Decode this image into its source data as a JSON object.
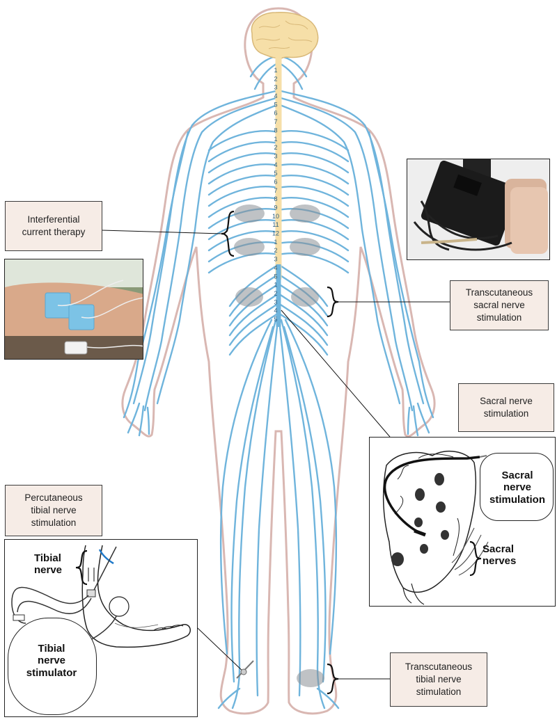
{
  "labels": {
    "interferential": "Interferential\ncurrent therapy",
    "transcutaneous_sacral": "Transcutaneous\nsacral nerve\nstimulation",
    "sacral": "Sacral nerve\nstimulation",
    "percutaneous_tibial": "Percutaneous\ntibial nerve\nstimulation",
    "transcutaneous_tibial": "Transcutaneous\ntibial nerve\nstimulation"
  },
  "sacral_panel": {
    "stimulation_label": "Sacral\nnerve\nstimulation",
    "nerves_label": "Sacral\nnerves"
  },
  "tibial_panel": {
    "nerve_label": "Tibial\nnerve",
    "stimulator_label": "Tibial\nnerve\nstimulator"
  },
  "spine_numbers": {
    "cervical": [
      "1",
      "2",
      "3",
      "4",
      "5",
      "6",
      "7",
      "8"
    ],
    "thoracic": [
      "1",
      "2",
      "3",
      "4",
      "5",
      "6",
      "7",
      "8",
      "9",
      "10",
      "11",
      "12"
    ],
    "lumbar": [
      "1",
      "2",
      "3",
      "4",
      "5"
    ],
    "sacral": [
      "1",
      "2",
      "3",
      "4",
      "5"
    ]
  },
  "colors": {
    "nerve": "#6fb4dc",
    "nerve_dark": "#4d9ccc",
    "body_outline": "#d9b7b2",
    "brain": "#f6dfa8",
    "box_fill": "#f6ece6",
    "electrode": "#8a8f96"
  }
}
